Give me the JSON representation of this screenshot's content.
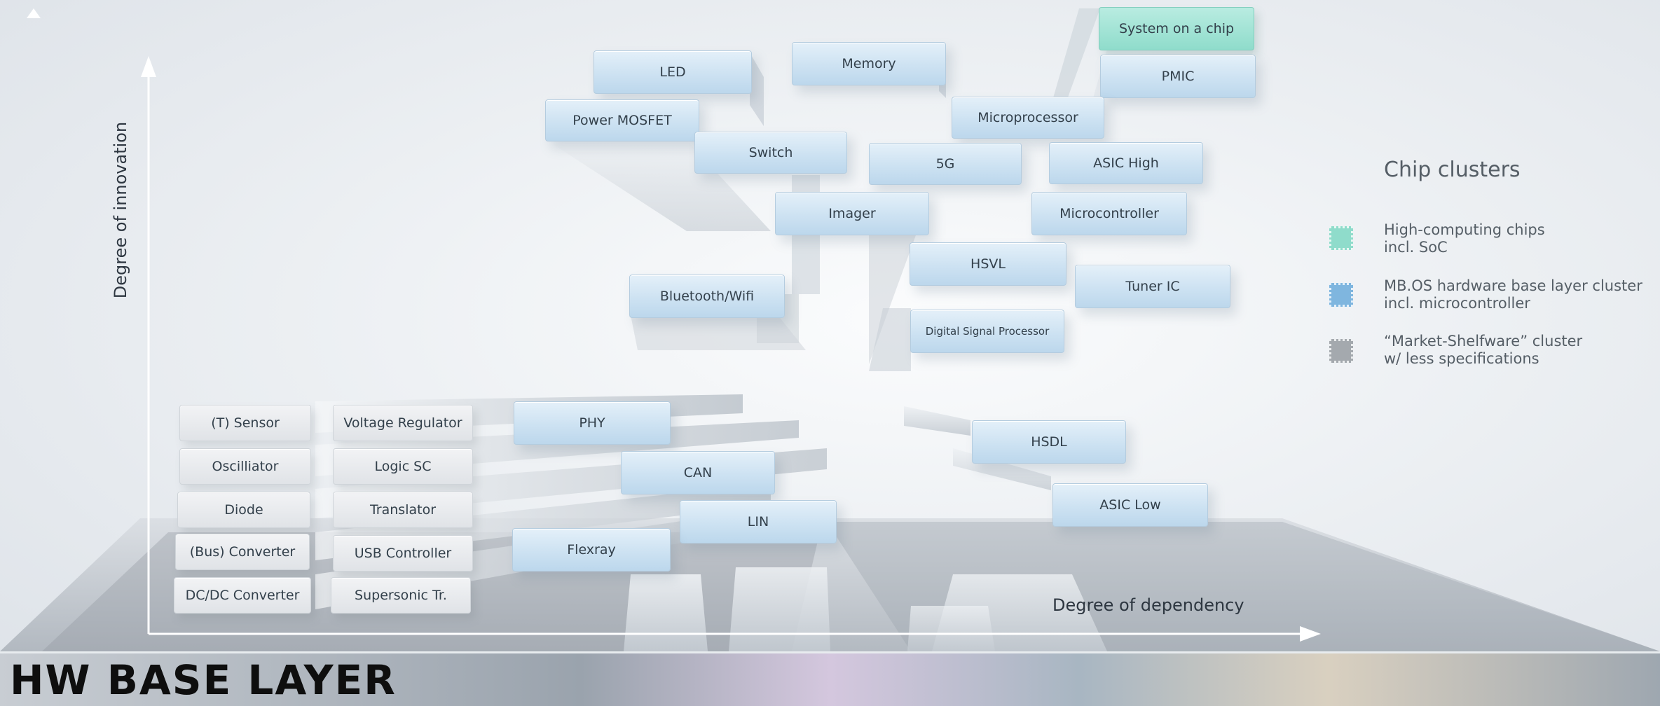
{
  "axes": {
    "y_label": "Degree of innovation",
    "x_label": "Degree of dependency"
  },
  "bottom_banner": {
    "title": "HW BASE LAYER"
  },
  "legend": {
    "title": "Chip clusters",
    "items": [
      {
        "line1": "High-computing chips",
        "line2": "incl. SoC",
        "color": "#8fdccb",
        "icon": "chip-icon"
      },
      {
        "line1": "MB.OS hardware base layer cluster",
        "line2": "incl. microcontroller",
        "color": "#9fc8e6",
        "icon": "chip-icon"
      },
      {
        "line1": "“Market-Shelfware” cluster",
        "line2": "w/ less specifications",
        "color": "#b9bdc1",
        "icon": "chip-icon"
      }
    ]
  },
  "chips": {
    "high_computing": [
      "System on a chip"
    ],
    "base_layer": [
      "LED",
      "Memory",
      "PMIC",
      "Power MOSFET",
      "Microprocessor",
      "Switch",
      "5G",
      "ASIC High",
      "Imager",
      "Microcontroller",
      "HSVL",
      "Tuner IC",
      "Bluetooth/Wifi",
      "Digital Signal Processor",
      "PHY",
      "CAN",
      "LIN",
      "Flexray",
      "HSDL",
      "ASIC Low"
    ],
    "shelfware": [
      "(T) Sensor",
      "Voltage Regulator",
      "Oscilliator",
      "Logic SC",
      "Diode",
      "Translator",
      "(Bus) Converter",
      "USB Controller",
      "DC/DC Converter",
      "Supersonic Tr."
    ]
  }
}
